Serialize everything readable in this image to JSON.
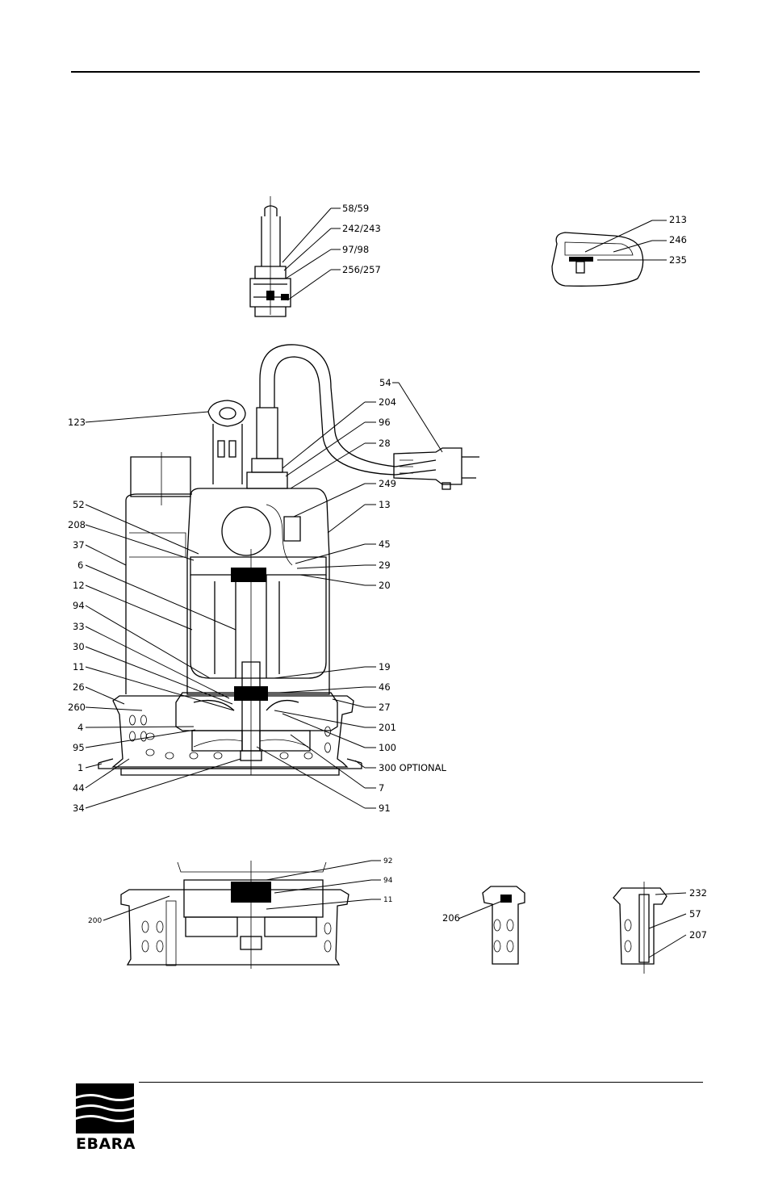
{
  "brand": {
    "name": "EBARA"
  },
  "labels": {
    "top_detail": [
      "58/59",
      "242/243",
      "97/98",
      "256/257"
    ],
    "side_detail": [
      "213",
      "246",
      "235"
    ],
    "main_left": [
      "123",
      "52",
      "208",
      "37",
      "6",
      "12",
      "94",
      "33",
      "30",
      "11",
      "26",
      "260",
      "4",
      "95",
      "1",
      "44",
      "34"
    ],
    "main_right": [
      "54",
      "204",
      "96",
      "28",
      "249",
      "13",
      "45",
      "29",
      "20",
      "19",
      "46",
      "27",
      "201",
      "100",
      "300 OPTIONAL",
      "7",
      "91"
    ],
    "base_detail": [
      "92",
      "94",
      "11",
      "200"
    ],
    "foot_detail_a": [
      "206"
    ],
    "foot_detail_b": [
      "232",
      "57",
      "207"
    ]
  }
}
